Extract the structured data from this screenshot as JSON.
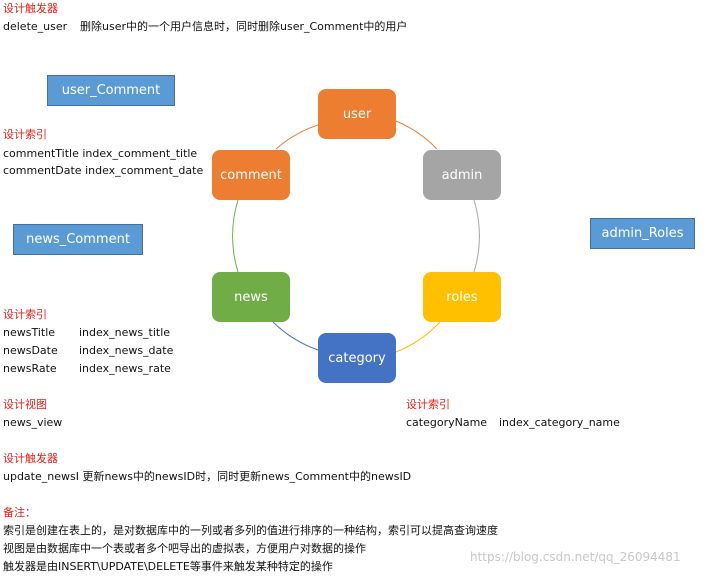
{
  "trigger1": {
    "heading": "设计触发器",
    "name": "delete_user",
    "desc": "删除user中的一个用户信息时，同时删除user_Comment中的用户"
  },
  "tables": {
    "user_comment": "user_Comment",
    "news_comment": "news_Comment",
    "admin_roles": "admin_Roles"
  },
  "index_comment": {
    "heading": "设计索引",
    "rows": [
      {
        "col": "commentTitle",
        "index": "index_comment_title"
      },
      {
        "col": "commentDate",
        "index": "index_comment_date"
      }
    ]
  },
  "index_news": {
    "heading": "设计索引",
    "rows": [
      {
        "col": "newsTitle",
        "index": "index_news_title"
      },
      {
        "col": "newsDate",
        "index": "index_news_date"
      },
      {
        "col": "newsRate",
        "index": "index_news_rate"
      }
    ]
  },
  "view": {
    "heading": "设计视图",
    "name": "news_view"
  },
  "index_category": {
    "heading": "设计索引",
    "col": "categoryName",
    "index": "index_category_name"
  },
  "trigger2": {
    "heading": "设计触发器",
    "line": "update_newsI 更新news中的newsID时，同时更新news_Comment中的newsID"
  },
  "notes": {
    "heading": "备注：",
    "lines": [
      "索引是创建在表上的，是对数据库中的一列或者多列的值进行排序的一种结构，索引可以提高查询速度",
      "视图是由数据库中一个表或者多个吧导出的虚拟表，方便用户对数据的操作",
      "触发器是由INSERT\\UPDATE\\DELETE等事件来触发某种特定的操作"
    ]
  },
  "nodes": {
    "user": {
      "label": "user",
      "color": "#ed7d31"
    },
    "admin": {
      "label": "admin",
      "color": "#a5a5a5"
    },
    "roles": {
      "label": "roles",
      "color": "#ffc000"
    },
    "category": {
      "label": "category",
      "color": "#4472c4"
    },
    "news": {
      "label": "news",
      "color": "#70ad47"
    },
    "comment": {
      "label": "comment",
      "color": "#ed7d31"
    }
  },
  "watermark": "https://blog.csdn.net/qq_26094481"
}
